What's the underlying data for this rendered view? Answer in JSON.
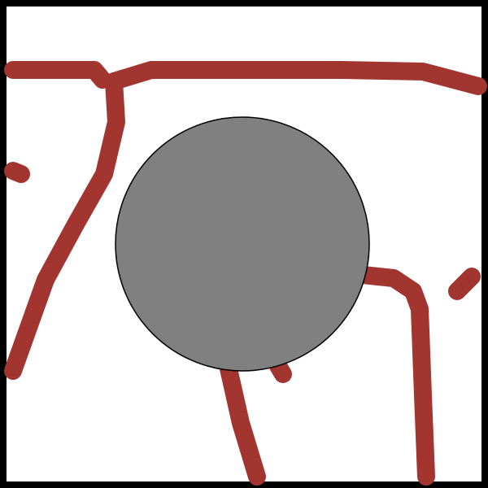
{
  "scene": {
    "background_color": "#ffffff",
    "border_color": "#000000",
    "path_color": "#a23530",
    "obstacle_fill": "#808080",
    "obstacle_outline": "#000000"
  },
  "elements": {
    "paths": [
      {
        "name": "path-top-left-segment"
      },
      {
        "name": "path-top-main"
      },
      {
        "name": "path-left-diagonal"
      },
      {
        "name": "path-left-stub"
      },
      {
        "name": "path-right-stub"
      },
      {
        "name": "path-lower-right"
      },
      {
        "name": "path-bottom-center"
      },
      {
        "name": "path-bottom-fragment"
      }
    ],
    "obstacle": {
      "name": "circular-obstacle"
    }
  }
}
